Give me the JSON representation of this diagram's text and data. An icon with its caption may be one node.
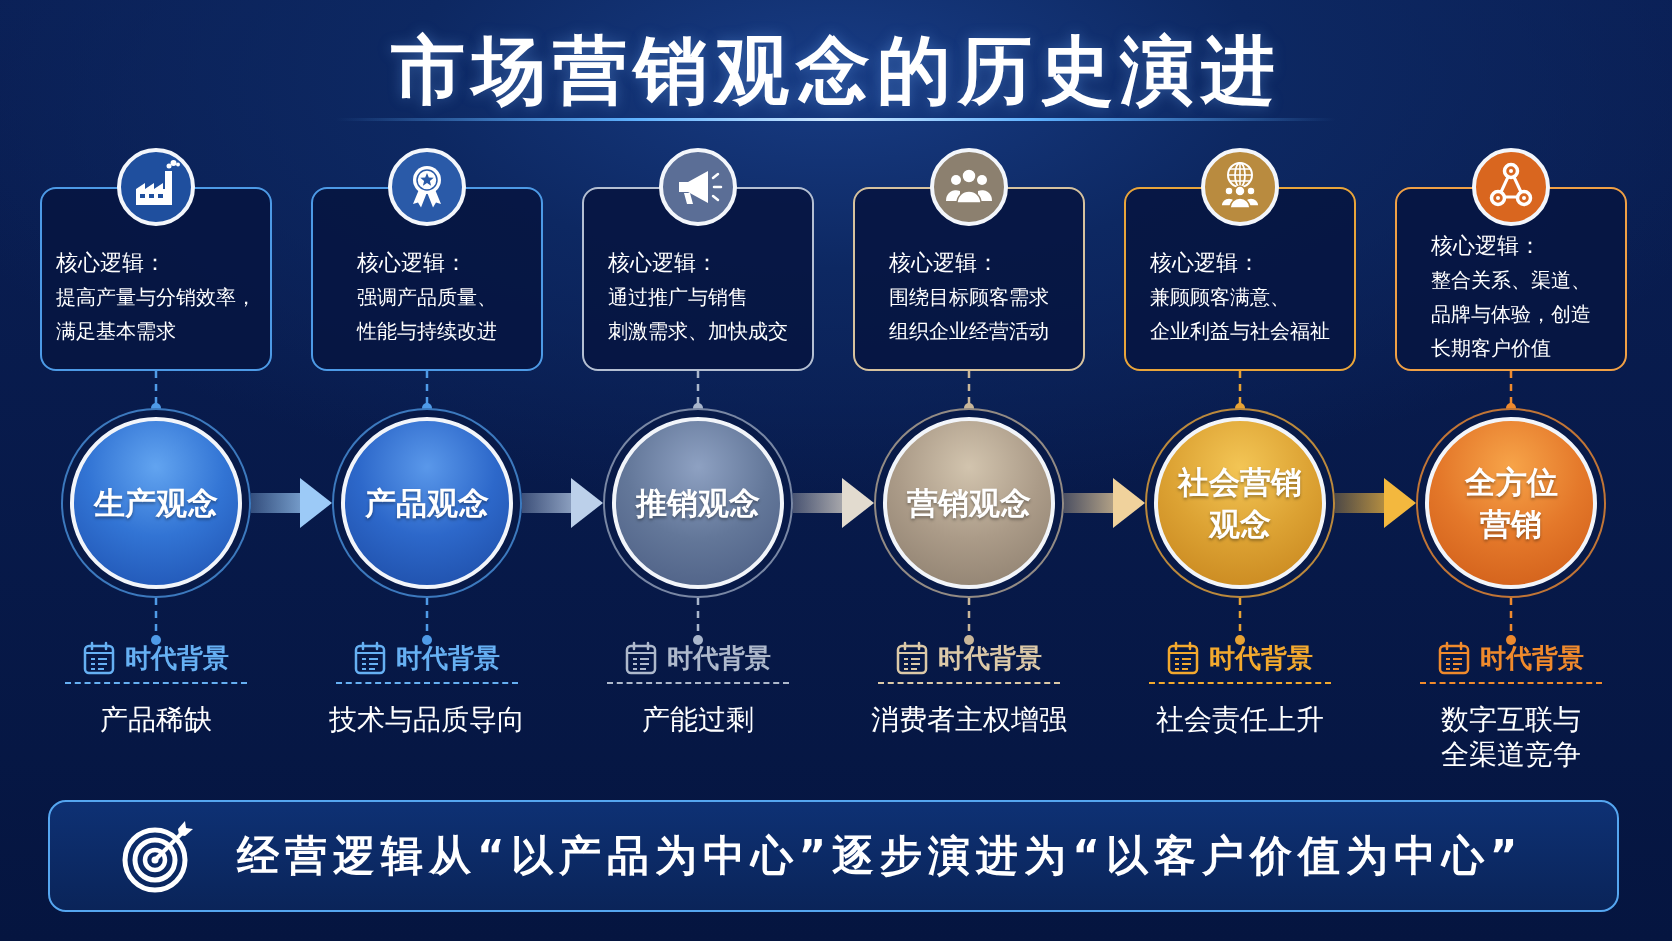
{
  "diagram": {
    "title": "市场营销观念的历史演进",
    "nodes": [
      {
        "text": [
          "核心逻辑：",
          "提高产量与分销效率，满足基本需求"
        ]
      },
      {
        "text": [
          "核心逻辑：",
          "强调产品质量、性能与持续改进"
        ]
      },
      {
        "text": [
          "核心逻辑：",
          "通过推广与销售刺激需求、加快成交"
        ]
      },
      {
        "text": [
          "核心逻辑：",
          "围绕目标顾客需求组织企业经营活动"
        ]
      },
      {
        "text": [
          "核心逻辑：",
          "兼顾顾客满意、企业利益与社会福祉"
        ]
      },
      {
        "text": [
          "核心逻辑：",
          "整合关系、渠道、品牌与体验，创造长期客户价值"
        ]
      },
      {
        "text": [
          "生产观念"
        ]
      },
      {
        "text": [
          "产品观念"
        ]
      },
      {
        "text": [
          "推销观念"
        ]
      },
      {
        "text": [
          "营销观念"
        ]
      },
      {
        "text": [
          "社会营销观念"
        ]
      },
      {
        "text": [
          "全方位营销"
        ]
      },
      {
        "text": [
          "时代背景",
          "产品稀缺"
        ]
      },
      {
        "text": [
          "时代背景",
          "技术与品质导向"
        ]
      },
      {
        "text": [
          "时代背景",
          "产能过剩"
        ]
      },
      {
        "text": [
          "时代背景",
          "消费者主权增强"
        ]
      },
      {
        "text": [
          "时代背景",
          "社会责任上升"
        ]
      },
      {
        "text": [
          "时代背景",
          "数字互联与全渠道竞争"
        ]
      },
      {
        "text": [
          "经营逻辑从“以产品为中心”逐步演进为“以客户价值为中心”"
        ]
      }
    ],
    "edges": [
      {
        "from": 0,
        "to": 6,
        "arrow": "other",
        "style": "dashed",
        "color": "#4f9be8"
      },
      {
        "from": 1,
        "to": 7,
        "arrow": "other",
        "style": "dashed",
        "color": "#4f9be8"
      },
      {
        "from": 2,
        "to": 8,
        "arrow": "other",
        "style": "dashed",
        "color": "#a9b6cc"
      },
      {
        "from": 3,
        "to": 9,
        "arrow": "other",
        "style": "dashed",
        "color": "#c9b79a"
      },
      {
        "from": 4,
        "to": 10,
        "arrow": "other",
        "style": "dashed",
        "color": "#e8a334"
      },
      {
        "from": 5,
        "to": 11,
        "arrow": "other",
        "style": "dashed",
        "color": "#ee8a2e"
      },
      {
        "from": 6,
        "to": 12,
        "arrow": "other",
        "style": "dashed",
        "color": "#4f9be8"
      },
      {
        "from": 7,
        "to": 13,
        "arrow": "other",
        "style": "dashed",
        "color": "#4f9be8"
      },
      {
        "from": 8,
        "to": 14,
        "arrow": "other",
        "style": "dashed",
        "color": "#a9b6cc"
      },
      {
        "from": 9,
        "to": 15,
        "arrow": "other",
        "style": "dashed",
        "color": "#c9b79a"
      },
      {
        "from": 10,
        "to": 16,
        "arrow": "other",
        "style": "dashed",
        "color": "#e8a334"
      },
      {
        "from": 11,
        "to": 17,
        "arrow": "other",
        "style": "dashed",
        "color": "#ee8a2e"
      },
      {
        "from": 6,
        "to": 7,
        "arrow": "to",
        "style": "thick",
        "color": "#9ccaf7"
      },
      {
        "from": 7,
        "to": 8,
        "arrow": "to",
        "style": "thick",
        "color": "#bcd0ea"
      },
      {
        "from": 8,
        "to": 9,
        "arrow": "to",
        "style": "thick",
        "color": "#e2dbcf"
      },
      {
        "from": 9,
        "to": 10,
        "arrow": "to",
        "style": "thick",
        "color": "#f0d29c"
      },
      {
        "from": 10,
        "to": 11,
        "arrow": "to",
        "style": "thick",
        "color": "#f3b83e"
      }
    ]
  }
}
